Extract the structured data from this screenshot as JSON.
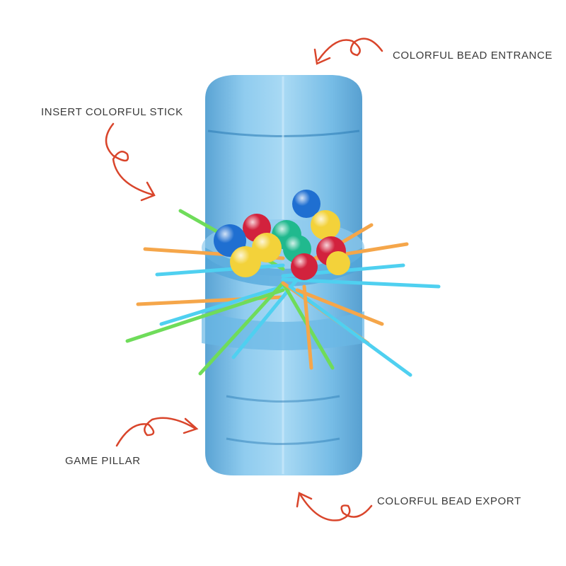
{
  "labels": {
    "bead_entrance": "COLORFUL BEAD ENTRANCE",
    "insert_stick": "INSERT COLORFUL STICK",
    "game_pillar": "GAME PILLAR",
    "bead_export": "COLORFUL BEAD EXPORT"
  },
  "colors": {
    "arrow": "#d9452b",
    "pillar": "#4aa6dc",
    "text": "#3a3a3a"
  }
}
